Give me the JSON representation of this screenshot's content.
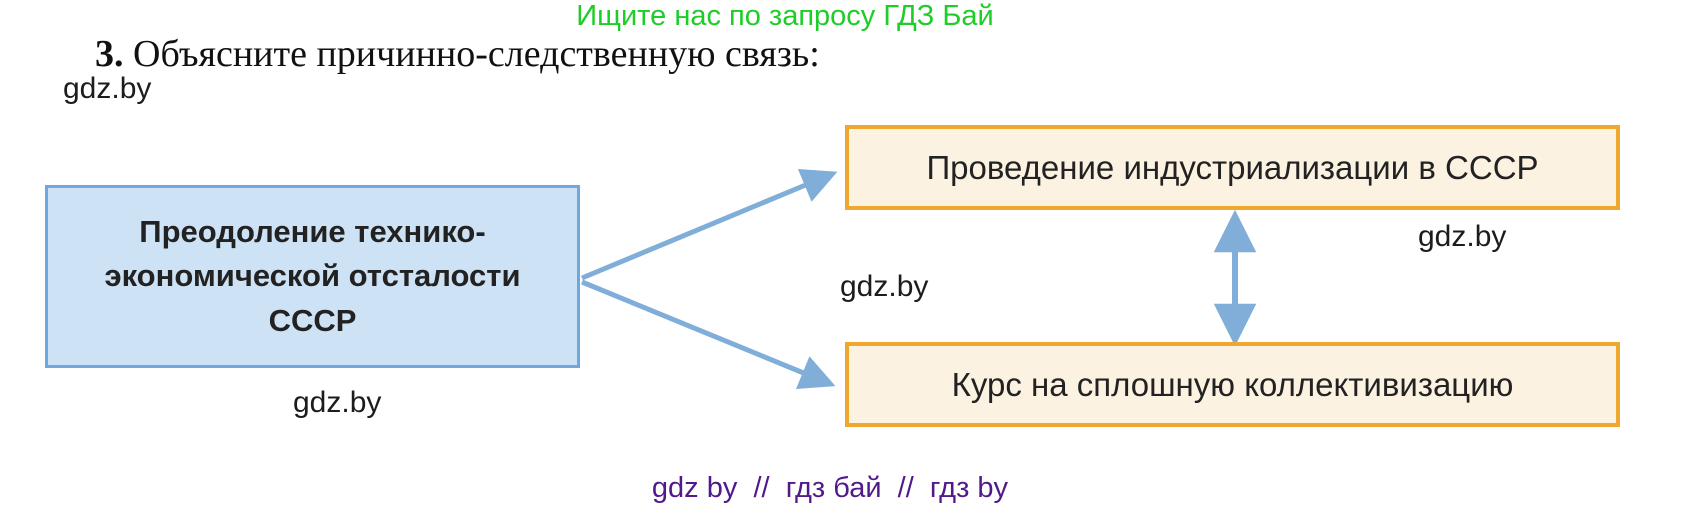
{
  "header": {
    "promo_text": "Ищите нас по запросу ГДЗ Бай",
    "promo_color": "#1fcd28",
    "task_number": "3.",
    "task_text": " Объясните причинно-следственную связь:"
  },
  "watermarks": {
    "top_left": "gdz.by",
    "below_cause": "gdz.by",
    "middle": "gdz.by",
    "below_effect1": "gdz.by",
    "footer": "gdz by  //  гдз бай  //  гдз by",
    "footer_color": "#511a8b"
  },
  "diagram": {
    "cause_box": {
      "text": "Преодоление технико-экономической отсталости СССР",
      "fill": "#cde2f4",
      "border": "#6fa8dc"
    },
    "effect_boxes": [
      {
        "text": "Проведение индустриализации в СССР",
        "fill": "#fcf2e2",
        "border": "#f0a72f"
      },
      {
        "text": "Курс на сплошную коллективизацию",
        "fill": "#fcf2e2",
        "border": "#f0a72f"
      }
    ],
    "arrow_color": "#80aed8"
  }
}
